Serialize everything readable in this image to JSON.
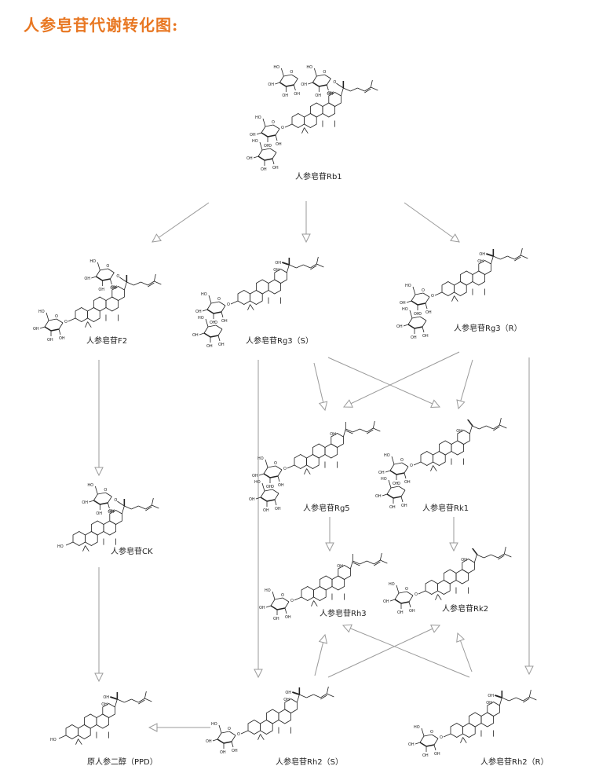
{
  "title": "人参皂苷代谢转化图:",
  "compounds": {
    "rb1": "人参皂苷Rb1",
    "f2": "人参皂苷F2",
    "rg3s": "人参皂苷Rg3（S）",
    "rg3r": "人参皂苷Rg3（R）",
    "rg5": "人参皂苷Rg5",
    "rk1": "人参皂苷Rk1",
    "ck": "人参皂苷CK",
    "rh3": "人参皂苷Rh3",
    "rk2": "人参皂苷Rk2",
    "ppd": "原人参二醇（PPD）",
    "rh2s": "人参皂苷Rh2（S）",
    "rh2r": "人参皂苷Rh2（R）"
  },
  "atom_labels": {
    "oh": "OH",
    "ho": "HO",
    "o": "O"
  },
  "colors": {
    "title": "#e87722",
    "arrow": "#9a9a9a",
    "structure": "#222222"
  }
}
